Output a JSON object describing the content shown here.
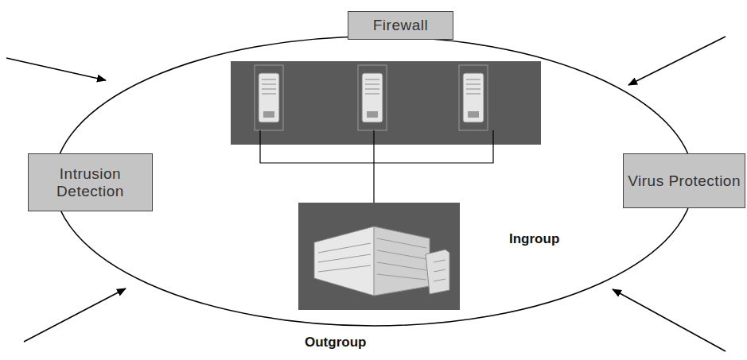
{
  "diagram": {
    "nodes": [
      {
        "text": [
          "Firewall"
        ]
      },
      {
        "text": [
          "Intrusion Detection"
        ]
      },
      {
        "text": [
          "Virus Protection"
        ]
      }
    ],
    "labels": [
      "Ingroup",
      "Outgroup"
    ]
  }
}
